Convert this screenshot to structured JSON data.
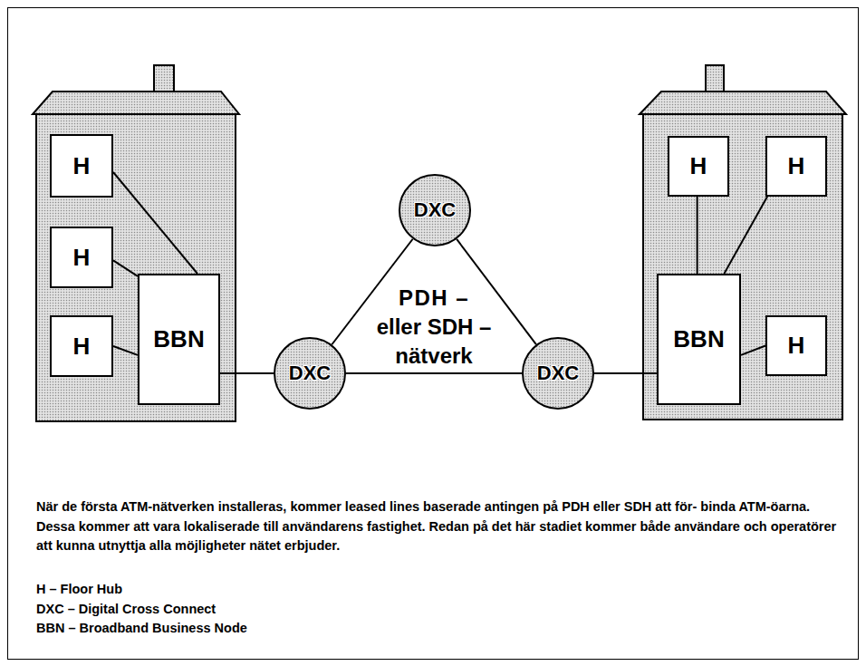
{
  "diagram": {
    "caption": "När de första ATM-nätverken installeras, kommer leased lines baserade antingen på PDH eller SDH att för- binda ATM-öarna. Dessa kommer att vara lokaliserade till användarens fastighet. Redan på det här stadiet kommer både användare och operatörer att kunna utnyttja alla möjligheter nätet erbjuder.",
    "nodes": [
      {
        "text": [
          "H"
        ]
      },
      {
        "text": [
          "H"
        ]
      },
      {
        "text": [
          "H"
        ]
      },
      {
        "text": [
          "BBN"
        ]
      },
      {
        "text": [
          "DXC"
        ]
      },
      {
        "text": [
          "DXC"
        ]
      },
      {
        "text": [
          "DXC"
        ]
      },
      {
        "text": [
          "H"
        ]
      },
      {
        "text": [
          "H"
        ]
      },
      {
        "text": [
          "BBN"
        ]
      },
      {
        "text": [
          "H"
        ]
      }
    ],
    "edges": [
      {
        "from": 0,
        "to": 3,
        "arrow": "none"
      },
      {
        "from": 1,
        "to": 3,
        "arrow": "none"
      },
      {
        "from": 2,
        "to": 3,
        "arrow": "none"
      },
      {
        "from": 3,
        "to": 5,
        "arrow": "none"
      },
      {
        "from": 4,
        "to": 5,
        "arrow": "none"
      },
      {
        "from": 4,
        "to": 6,
        "arrow": "none"
      },
      {
        "from": 5,
        "to": 6,
        "arrow": "none"
      },
      {
        "from": 6,
        "to": 9,
        "arrow": "none"
      },
      {
        "from": 7,
        "to": 9,
        "arrow": "none"
      },
      {
        "from": 8,
        "to": 9,
        "arrow": "none"
      },
      {
        "from": 10,
        "to": 9,
        "arrow": "none"
      }
    ],
    "labels": [
      "PDH – eller SDH – nätverk",
      "H – Floor Hub",
      "DXC – Digital Cross Connect",
      "BBN – Broadband Business Node"
    ]
  }
}
